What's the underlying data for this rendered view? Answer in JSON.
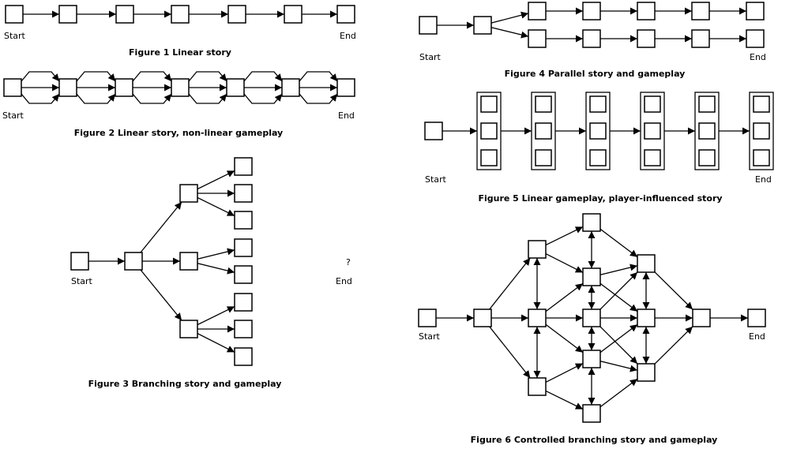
{
  "labels": {
    "start": "Start",
    "end": "End",
    "unknown": "?"
  },
  "figures": {
    "f1": "Figure 1 Linear story",
    "f2": "Figure 2  Linear story, non-linear gameplay",
    "f3": "Figure 3  Branching story and gameplay",
    "f4": "Figure 4  Parallel story and gameplay",
    "f5": "Figure 5  Linear gameplay, player-influenced story",
    "f6": "Figure 6  Controlled branching story and gameplay"
  },
  "colors": {
    "stroke": "#000000",
    "fill": "#ffffff"
  }
}
